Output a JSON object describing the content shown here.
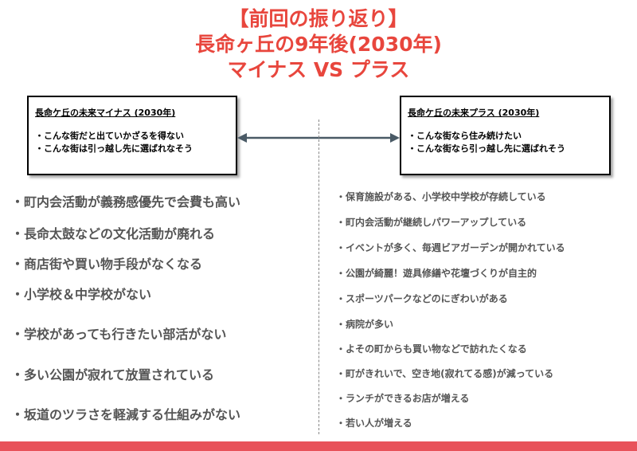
{
  "title": {
    "line1": "【前回の振り返り】",
    "line2": "長命ヶ丘の9年後(2030年)",
    "line3": "マイナス VS プラス"
  },
  "left_box": {
    "heading": "長命ケ丘の未来マイナス (2030年)",
    "items": [
      "・こんな街だと出ていかざるを得ない",
      "・こんな街は引っ越し先に選ばれなそう"
    ]
  },
  "right_box": {
    "heading": "長命ケ丘の未来プラス (2030年)",
    "items": [
      "・こんな街なら住み続けたい",
      "・こんな街なら引っ越し先に選ばれそう"
    ]
  },
  "minus_items": [
    "・町内会活動が義務感優先で会費も高い",
    "・長命太鼓などの文化活動が廃れる",
    "・商店街や買い物手段がなくなる",
    "・小学校＆中学校がない",
    "・学校があっても行きたい部活がない",
    "・多い公園が寂れて放置されている",
    "・坂道のツラさを軽減する仕組みがない"
  ],
  "plus_items": [
    "・保育施設がある、小学校中学校が存続している",
    "・町内会活動が継続しパワーアップしている",
    "・イベントが多く、毎週ビアガーデンが開かれている",
    "・公園が綺麗！遊具修繕や花壇づくりが自主的",
    "・スポーツパークなどのにぎわいがある",
    "・病院が多い",
    "・よその町からも買い物などで訪れたくなる",
    "・町がきれいで、空き地(寂れてる感)が減っている",
    "・ランチができるお店が増える",
    "・若い人が増える"
  ],
  "colors": {
    "title": "#e8463d",
    "bottom_bar": "#e8525a",
    "list_text": "#555555"
  }
}
